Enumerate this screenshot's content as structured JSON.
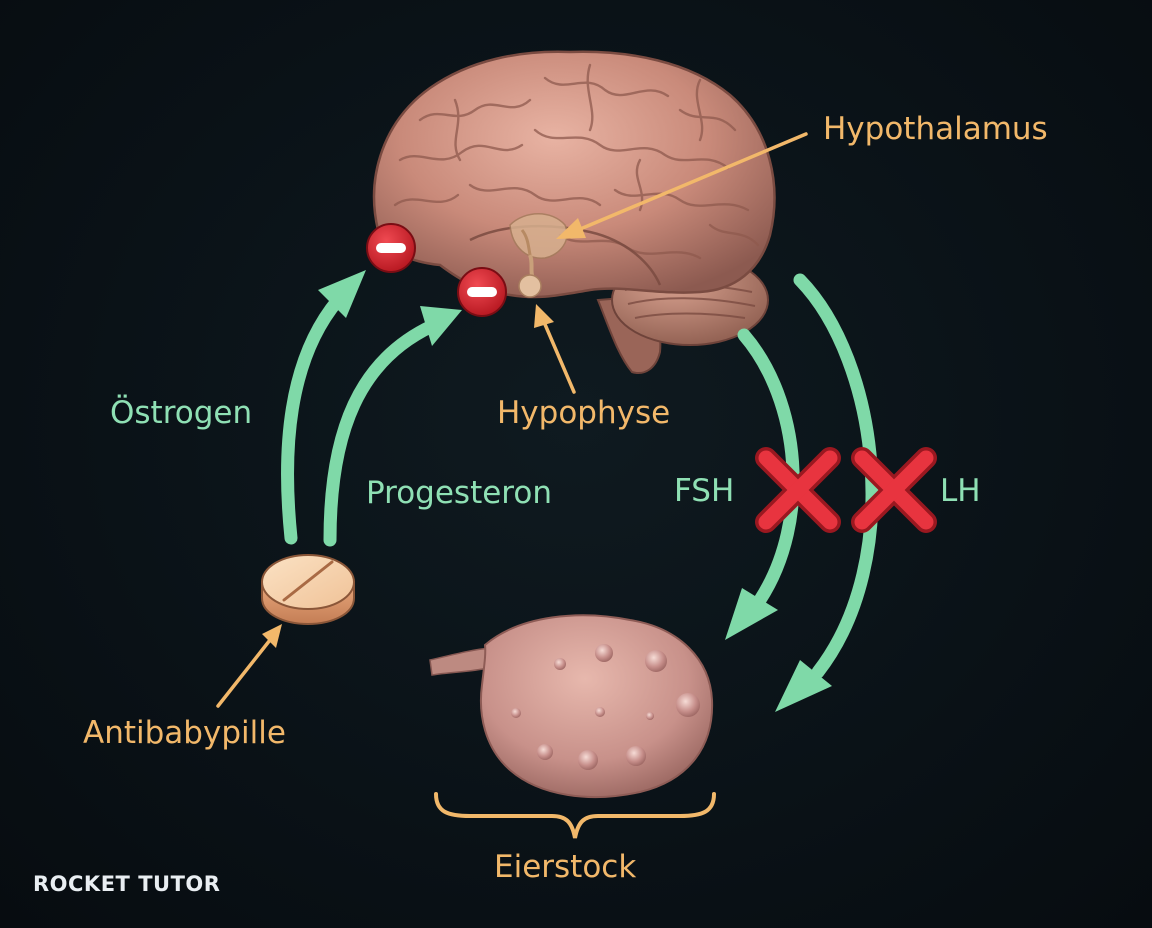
{
  "labels": {
    "hypothalamus": "Hypothalamus",
    "hypophyse": "Hypophyse",
    "oestrogen": "Östrogen",
    "progesteron": "Progesteron",
    "fsh": "FSH",
    "lh": "LH",
    "antibabypille": "Antibabypille",
    "eierstock": "Eierstock"
  },
  "logo": "ROCKET TUTOR",
  "colors": {
    "background": "#0a1217",
    "hormone_arrow": "#7fd9a8",
    "label_orange": "#f2b86a",
    "label_green": "#8fe0b4",
    "inhibit_red": "#d9232e",
    "block_cross": "#e8343f"
  },
  "icons": {
    "inhibition": "minus-circle-icon",
    "blocked": "red-cross-icon",
    "pill": "pill-icon",
    "brain": "brain-illustration",
    "ovary": "ovary-illustration"
  }
}
